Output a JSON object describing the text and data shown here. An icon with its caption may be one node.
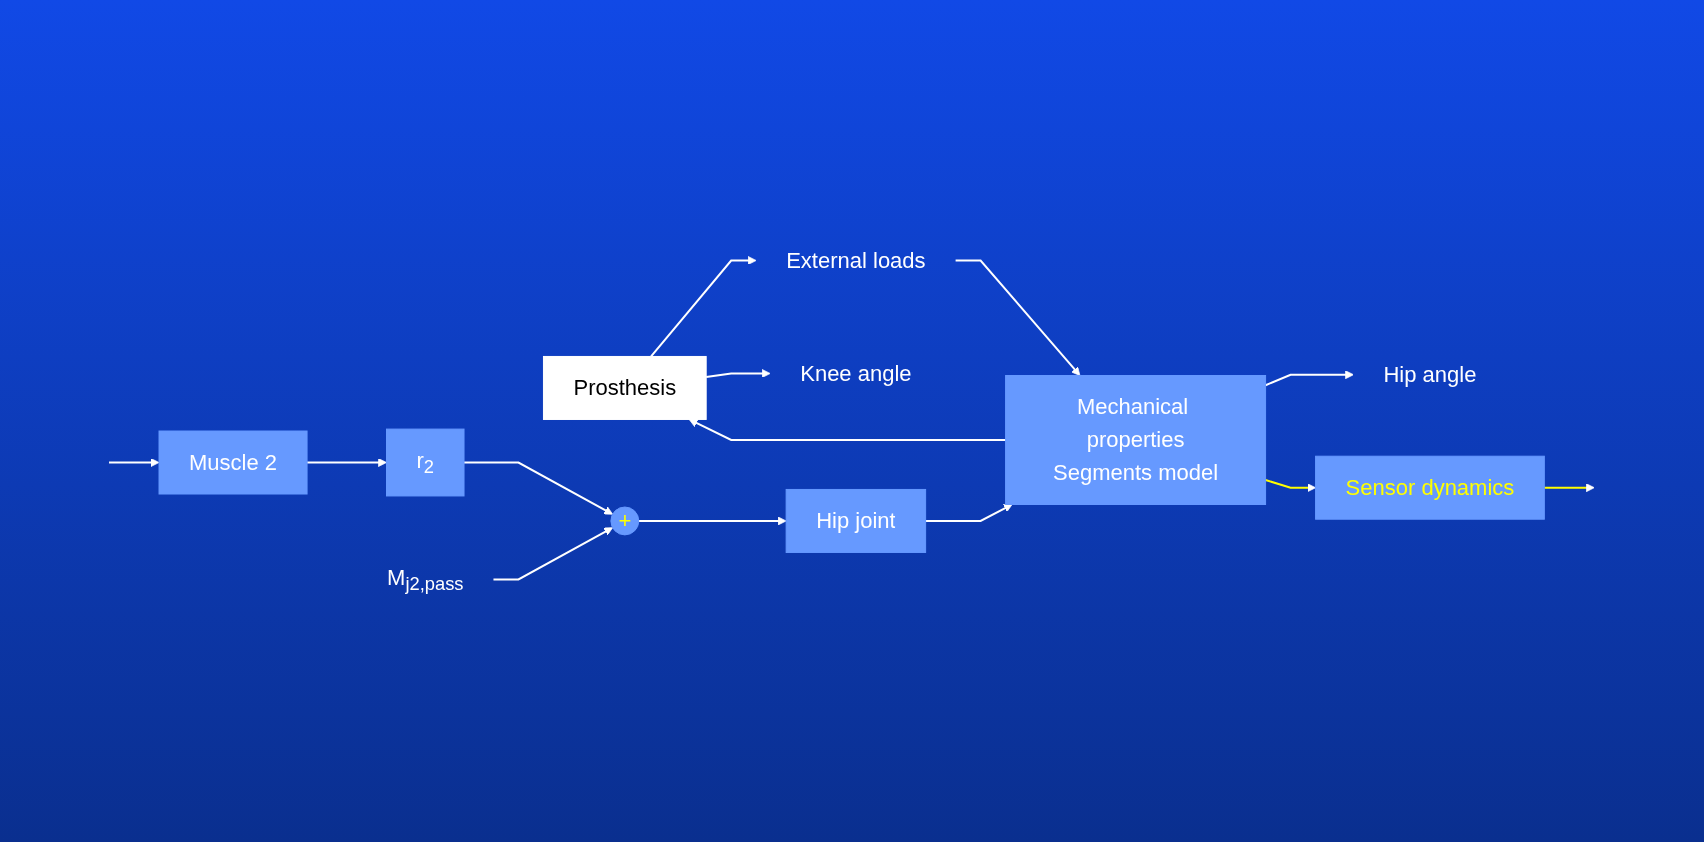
{
  "diagram": {
    "nodes": [
      {
        "text": [
          "Prosthesis"
        ]
      },
      {
        "text": [
          "Knee angle"
        ]
      },
      {
        "text": [
          "External loads"
        ]
      },
      {
        "text": [
          "Mechanical properties",
          "Segments model"
        ]
      },
      {
        "text": [
          "Muscle 2"
        ]
      },
      {
        "text": [
          "r$_{2}$"
        ]
      },
      {
        "text": [
          "+"
        ]
      },
      {
        "text": [
          "M$_{j2,pass}$"
        ]
      },
      {
        "text": [
          "Hip joint"
        ]
      },
      {
        "text": [
          "Hip angle"
        ]
      },
      {
        "text": [
          "Sensor dynamics"
        ]
      }
    ],
    "edges": [
      {
        "from": null,
        "to": 4,
        "arrow": "to"
      },
      {
        "from": 4,
        "to": 5,
        "arrow": "to"
      },
      {
        "from": 5,
        "to": 6,
        "arrow": "to"
      },
      {
        "from": 7,
        "to": 6,
        "arrow": "to"
      },
      {
        "from": 6,
        "to": 8,
        "arrow": "to"
      },
      {
        "from": 8,
        "to": 3,
        "arrow": "to"
      },
      {
        "from": 2,
        "to": 3,
        "arrow": "to"
      },
      {
        "from": 3,
        "to": 0,
        "arrow": "to"
      },
      {
        "from": 0,
        "to": 2,
        "arrow": "to"
      },
      {
        "from": 0,
        "to": 1,
        "arrow": "to"
      },
      {
        "from": 3,
        "to": 9,
        "arrow": "to"
      },
      {
        "from": 3,
        "to": 10,
        "arrow": "to",
        "color": "#ffff00"
      },
      {
        "from": 10,
        "to": null,
        "arrow": "to",
        "color": "#ffff00"
      }
    ]
  }
}
